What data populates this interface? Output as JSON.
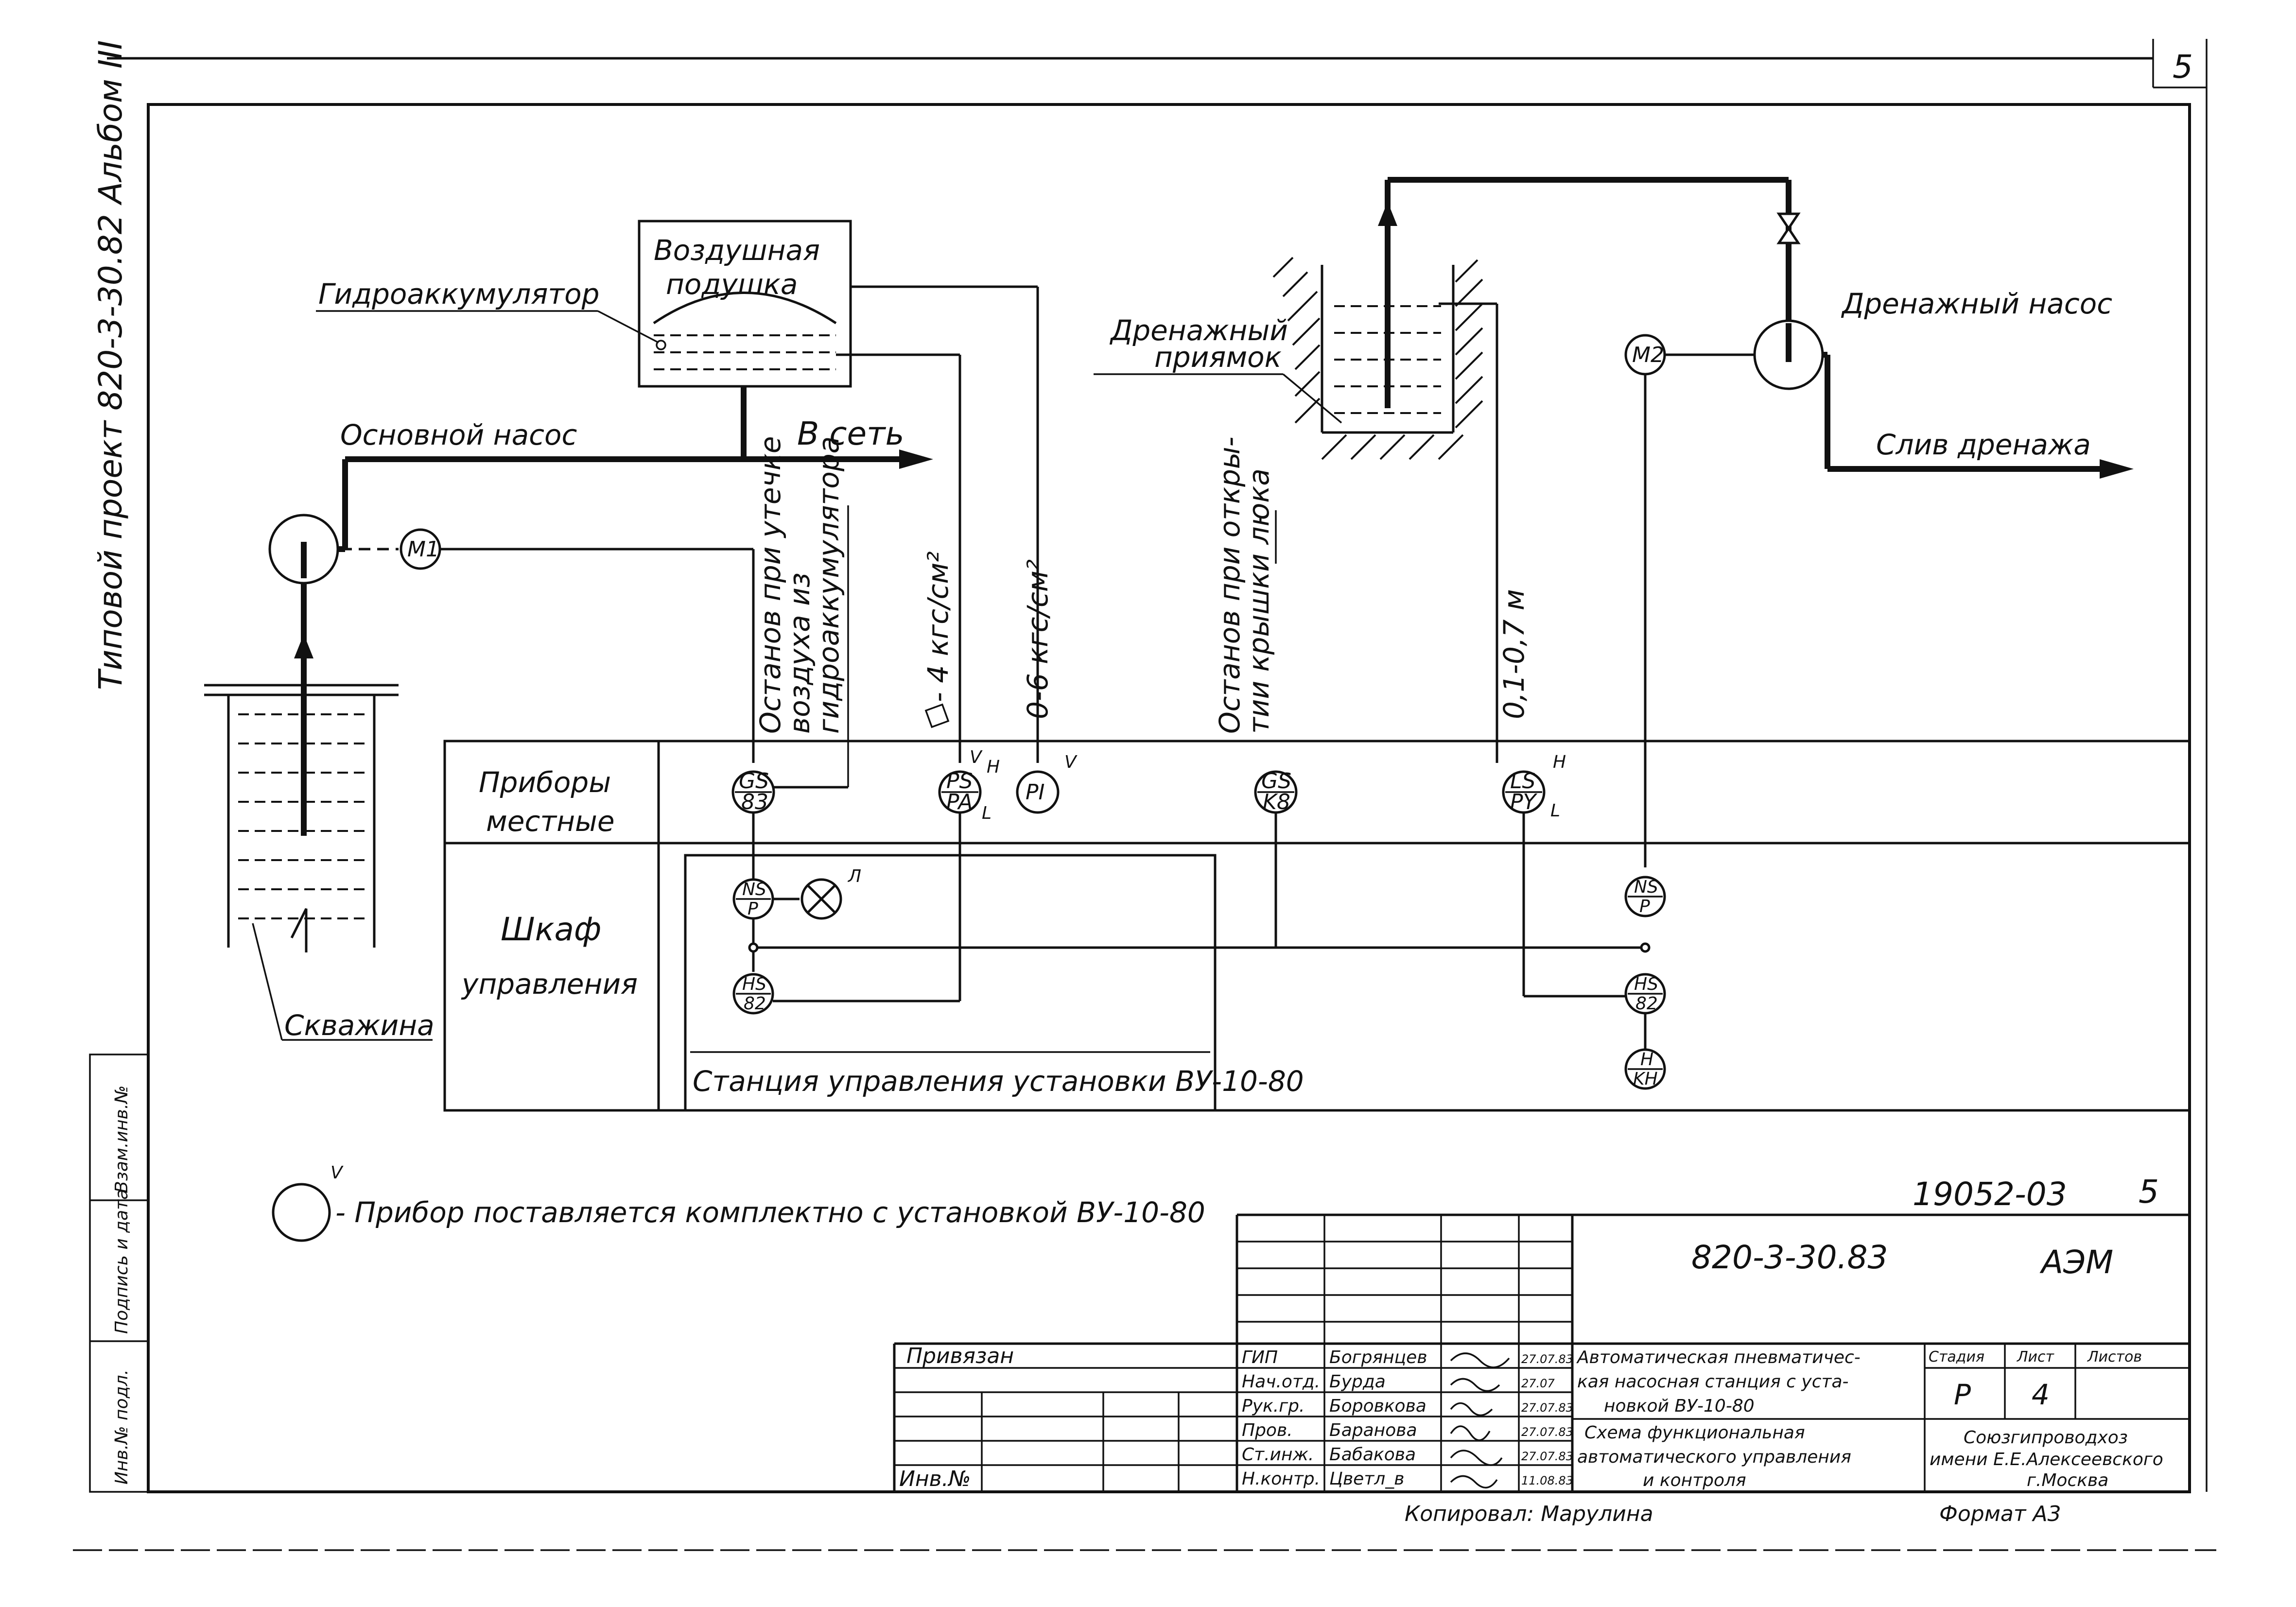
{
  "page": {
    "sheet_number": "5",
    "side_title": "Типовой проект 820-3-30.82 Альбом III",
    "left_stamp": [
      "Инв.№ подл.",
      "Подпись и дата",
      "Взам.инв.№"
    ]
  },
  "diagram": {
    "equipment": {
      "accumulator": "Гидроаккумулятор",
      "air_cushion_line1": "Воздушная",
      "air_cushion_line2": "подушка",
      "main_pump": "Основной насос",
      "to_network": "В сеть",
      "well": "Скважина",
      "drain_pit_line1": "Дренажный",
      "drain_pit_line2": "приямок",
      "drain_pump": "Дренажный насос",
      "drain_outlet": "Слив дренажа"
    },
    "signals": {
      "stop_leak_line1": "Останов при утечке",
      "stop_leak_line2": "воздуха из",
      "stop_leak_line3": "гидроаккумулятора",
      "pressure_4": "- 4 кгс/см²",
      "pressure_0_6": "0-6 кгс/см²",
      "stop_hatch_line1": "Останов при откры-",
      "stop_hatch_line2": "тии крышки люка",
      "level": "0,1-0,7 м"
    },
    "rows": {
      "local_line1": "Приборы",
      "local_line2": "местные",
      "cabinet_line1": "Шкаф",
      "cabinet_line2": "управления"
    },
    "station_label": "Станция управления установки ВУ-10-80",
    "instruments": {
      "m1": "M1",
      "m2": "M2",
      "gs83_top": "GS",
      "gs83_bot": "83",
      "pspa_top": "PS",
      "pspa_bot": "PA",
      "pi_top": "PI",
      "gsk8_top": "GS",
      "gsk8_bot": "K8",
      "lspy_top": "LS",
      "lspy_bot": "PY",
      "nsp1_top": "NS",
      "nsp1_bot": "P",
      "hs82a_top": "HS",
      "hs82a_bot": "82",
      "nsp2_top": "NS",
      "nsp2_bot": "P",
      "hs82b_top": "HS",
      "hs82b_bot": "82",
      "hkh_top": "H",
      "hkh_bot": "KH",
      "lamp_label": "Л",
      "mark_v": "V",
      "mark_h": "H",
      "mark_l": "L"
    },
    "legend_text": "- Прибор поставляется комплектно с установкой ВУ-10-80",
    "legend_mark": "V"
  },
  "title_block": {
    "order_no": "19052-03",
    "page_mark": "5",
    "doc_code": "820-3-30.83",
    "section": "АЭМ",
    "bound_label": "Привязан",
    "inv_label": "Инв.№",
    "roles": [
      {
        "role": "ГИП",
        "name": "Богрянцев",
        "date": "27.07.83"
      },
      {
        "role": "Нач.отд.",
        "name": "Бурда",
        "date": "27.07"
      },
      {
        "role": "Рук.гр.",
        "name": "Боровкова",
        "date": "27.07.83"
      },
      {
        "role": "Пров.",
        "name": "Баранова",
        "date": "27.07.83"
      },
      {
        "role": "Ст.инж.",
        "name": "Бабакова",
        "date": "27.07.83"
      },
      {
        "role": "Н.контр.",
        "name": "Цветл_в",
        "date": "11.08.83"
      }
    ],
    "title_line1": "Автоматическая пневматичес-",
    "title_line2": "кая насосная станция с уста-",
    "title_line3": "новкой ВУ-10-80",
    "title_line4": "Схема функциональная",
    "title_line5": "автоматического управления",
    "title_line6": "и контроля",
    "stage_h": "Стадия",
    "sheet_h": "Лист",
    "sheets_h": "Листов",
    "stage_v": "Р",
    "sheet_v": "4",
    "org_line1": "Союзгипроводхоз",
    "org_line2": "имени Е.Е.Алексеевского",
    "org_line3": "г.Москва",
    "copied_by": "Копировал: Марулина",
    "format": "Формат А3"
  }
}
